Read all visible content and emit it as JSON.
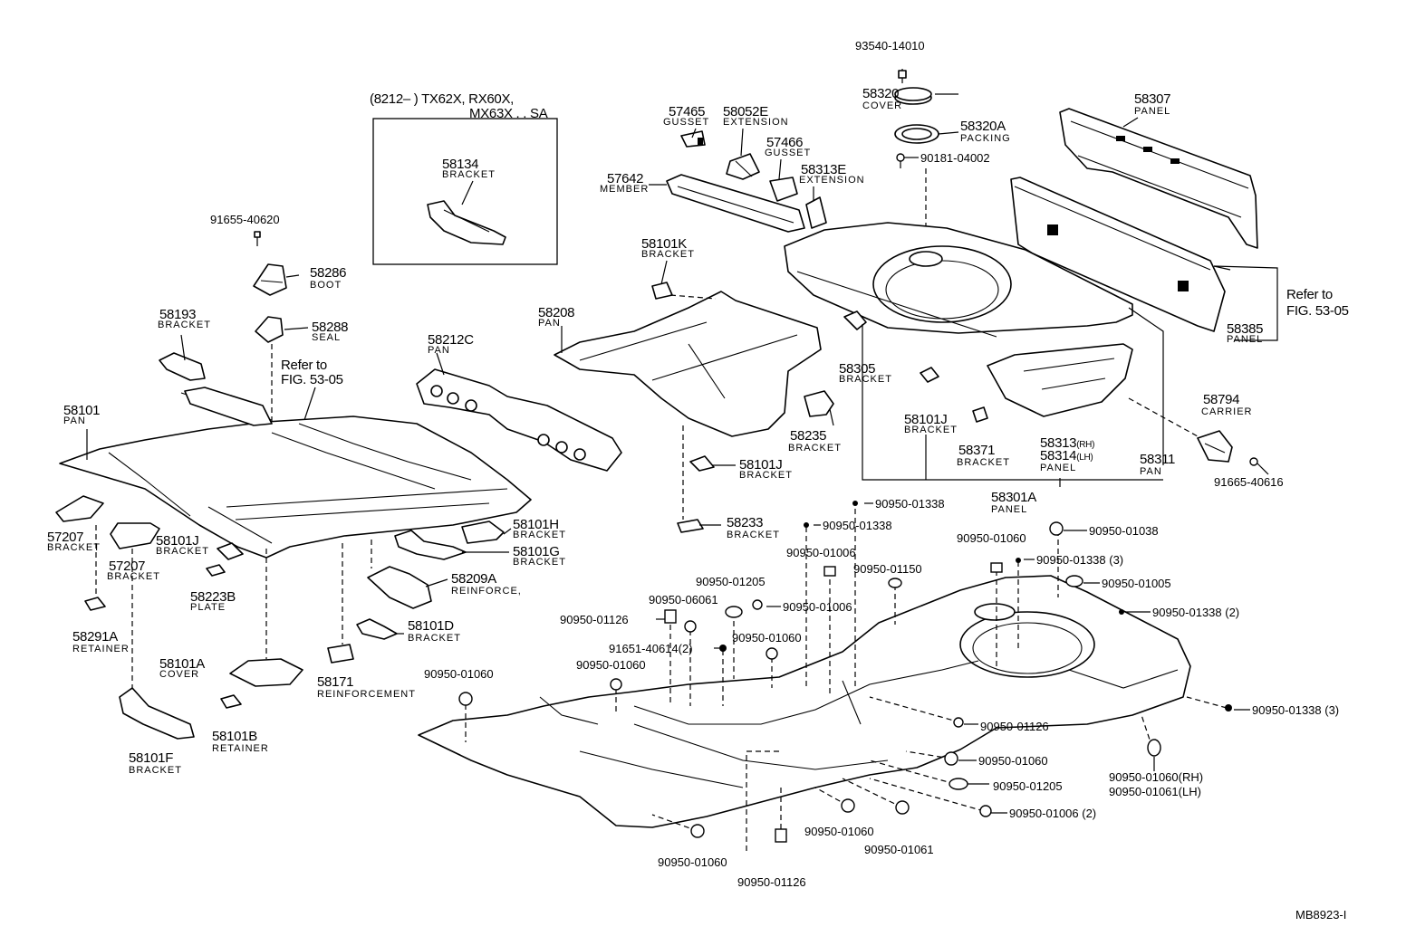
{
  "figure_code": "MB8923-I",
  "inset": {
    "model_line1": "(8212–        ) TX62X, RX60X,",
    "model_line2": "MX63X . . SA",
    "part_number": "58134",
    "part_name": "BRACKET"
  },
  "references": [
    {
      "line1": "Refer to",
      "line2": "FIG. 53-05"
    },
    {
      "line1": "Refer to",
      "line2": "FIG. 53-05"
    }
  ],
  "parts": [
    {
      "number": "93540-14010",
      "name": ""
    },
    {
      "number": "58320",
      "name": "COVER"
    },
    {
      "number": "58320A",
      "name": "PACKING"
    },
    {
      "number": "90181-04002",
      "name": ""
    },
    {
      "number": "58307",
      "name": "PANEL"
    },
    {
      "number": "57465",
      "name": "GUSSET"
    },
    {
      "number": "58052E",
      "name": "EXTENSION"
    },
    {
      "number": "57466",
      "name": "GUSSET"
    },
    {
      "number": "58313E",
      "name": "EXTENSION"
    },
    {
      "number": "57642",
      "name": "MEMBER"
    },
    {
      "number": "91655-40620",
      "name": ""
    },
    {
      "number": "58286",
      "name": "BOOT"
    },
    {
      "number": "58288",
      "name": "SEAL"
    },
    {
      "number": "58193",
      "name": "BRACKET"
    },
    {
      "number": "58101K",
      "name": "BRACKET"
    },
    {
      "number": "58208",
      "name": "PAN"
    },
    {
      "number": "58212C",
      "name": "PAN"
    },
    {
      "number": "58385",
      "name": "PANEL"
    },
    {
      "number": "58305",
      "name": "BRACKET"
    },
    {
      "number": "58794",
      "name": "CARRIER"
    },
    {
      "number": "58101",
      "name": "PAN"
    },
    {
      "number": "58101J",
      "name": "BRACKET"
    },
    {
      "number": "58235",
      "name": "BRACKET"
    },
    {
      "number": "58371",
      "name": "BRACKET"
    },
    {
      "number": "58311",
      "name": "PAN"
    },
    {
      "number": "91665-40616",
      "name": ""
    },
    {
      "number": "58101J",
      "name": "BRACKET"
    },
    {
      "number": "58301A",
      "name": "PANEL"
    },
    {
      "number": "58233",
      "name": "BRACKET"
    },
    {
      "number": "57207",
      "name": "BRACKET"
    },
    {
      "number": "57207",
      "name": "BRACKET"
    },
    {
      "number": "58101J",
      "name": "BRACKET"
    },
    {
      "number": "58101H",
      "name": "BRACKET"
    },
    {
      "number": "58101G",
      "name": "BRACKET"
    },
    {
      "number": "58223B",
      "name": "PLATE"
    },
    {
      "number": "58209A",
      "name": "REINFORCE,"
    },
    {
      "number": "58291A",
      "name": "RETAINER"
    },
    {
      "number": "58101D",
      "name": "BRACKET"
    },
    {
      "number": "58101A",
      "name": "COVER"
    },
    {
      "number": "58171",
      "name": "REINFORCEMENT"
    },
    {
      "number": "58101B",
      "name": "RETAINER"
    },
    {
      "number": "58101F",
      "name": "BRACKET"
    }
  ],
  "rh_lh_parts": {
    "rh_number": "58313",
    "rh_tag": "(RH)",
    "lh_number": "58314",
    "lh_tag": "(LH)",
    "name": "PANEL"
  },
  "plugs": [
    "90950-01338",
    "90950-01338",
    "90950-01038",
    "90950-01060",
    "90950-01338 (3)",
    "90950-01006",
    "90950-01150",
    "90950-01005",
    "90950-01205",
    "90950-06061",
    "90950-01006",
    "90950-01338 (2)",
    "90950-01126",
    "90950-01060",
    "91651-40614(2)",
    "90950-01060",
    "90950-01060",
    "90950-01338 (3)",
    "90950-01126",
    "90950-01060",
    "90950-01205",
    "90950-01006 (2)",
    "90950-01060",
    "90950-01061",
    "90950-01060",
    "90950-01126"
  ],
  "rh_lh_plug": {
    "rh": "90950-01060(RH)",
    "lh": "90950-01061(LH)"
  }
}
